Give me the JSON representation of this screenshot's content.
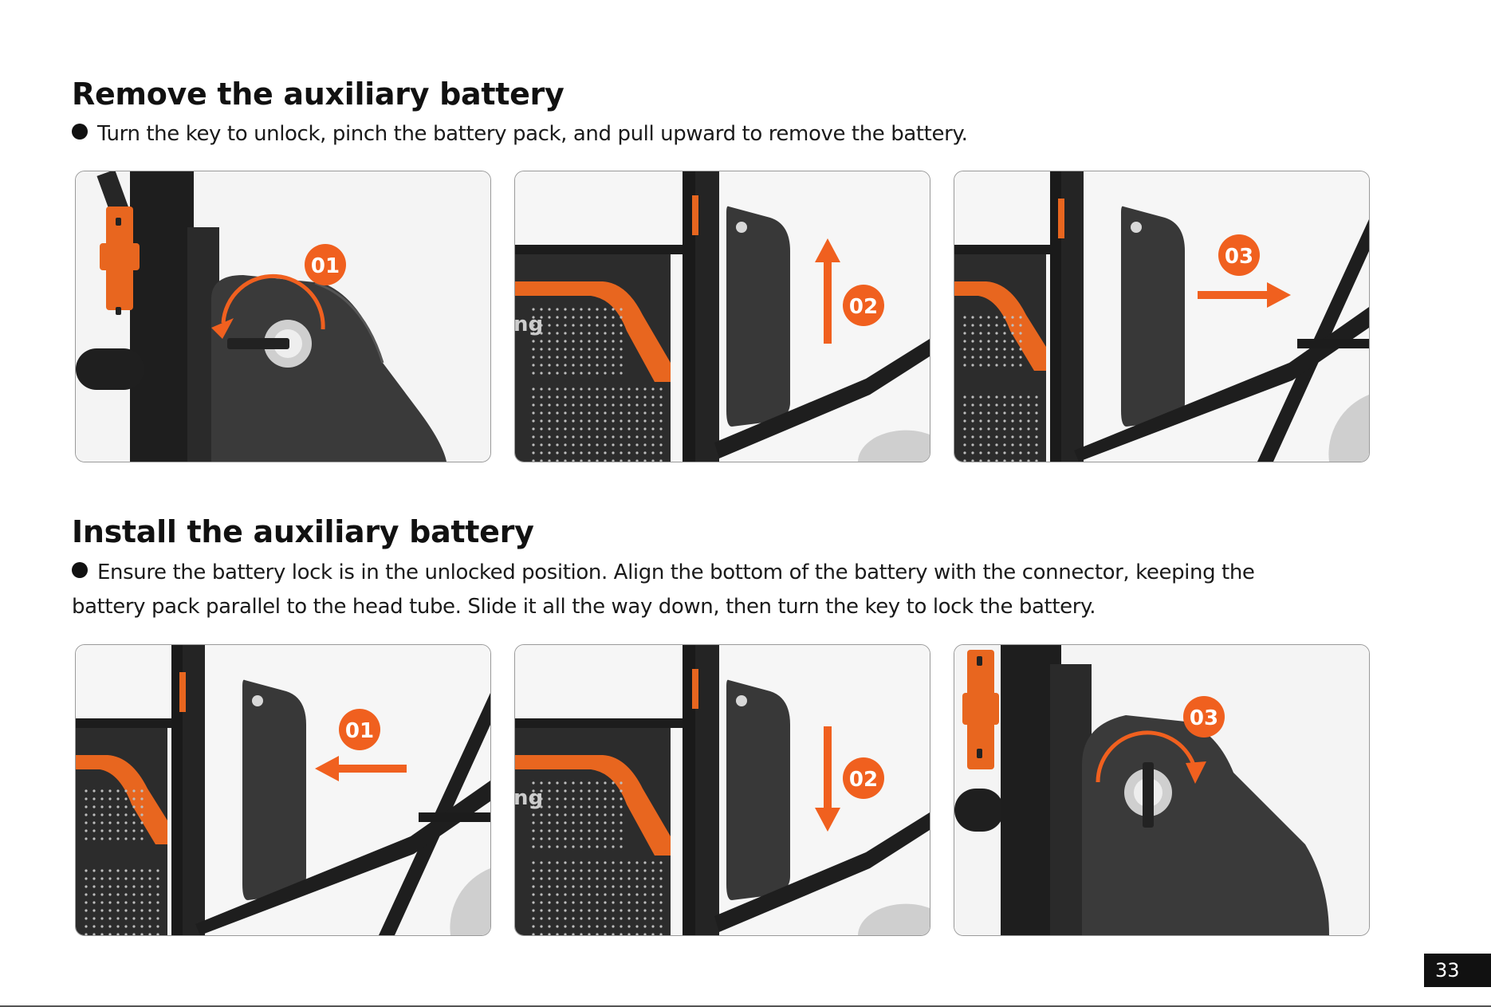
{
  "remove": {
    "title": "Remove the auxiliary battery",
    "text": "Turn the key to unlock, pinch the battery pack, and pull upward to remove the battery.",
    "steps": [
      "01",
      "02",
      "03"
    ]
  },
  "install": {
    "title": "Install the auxiliary battery",
    "text_line1": "Ensure the battery lock is in the unlocked position. Align the bottom of the battery with the connector, keeping the",
    "text_line2": "battery pack parallel to the head tube. Slide it all the way down, then turn the key to lock the battery.",
    "steps": [
      "01",
      "02",
      "03"
    ]
  },
  "brand_fragment": "ng",
  "page_number": "33",
  "colors": {
    "accent": "#F0601F",
    "frame": "#1c1c1c",
    "battery": "#3a3a3a"
  },
  "icons": [
    "curved-arrow-icon",
    "up-arrow-icon",
    "right-arrow-icon",
    "left-arrow-icon",
    "down-arrow-icon",
    "lock-key-icon"
  ]
}
